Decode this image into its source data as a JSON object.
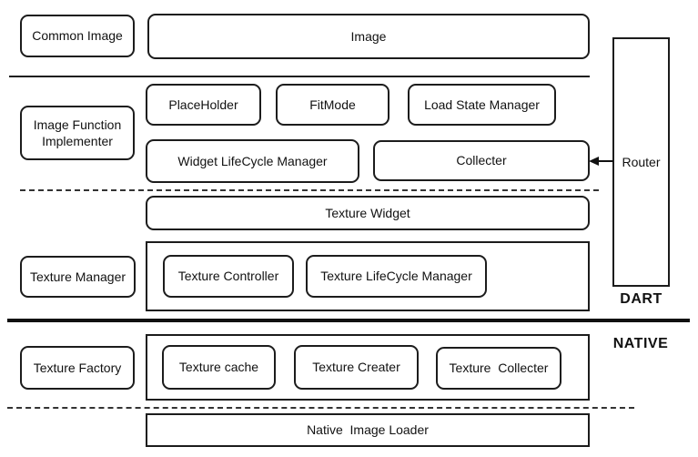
{
  "diagram": {
    "title_hint": "image-loading-architecture",
    "colors": {
      "stroke": "#1c1c1c",
      "background": "#ffffff",
      "text": "#111111"
    },
    "boxes": {
      "common_image": "Common Image",
      "image": "Image",
      "image_function_implementer": "Image Function Implementer",
      "placeholder": "PlaceHolder",
      "fitmode": "FitMode",
      "load_state_manager": "Load State Manager",
      "widget_lifecycle_manager": "Widget LifeCycle Manager",
      "collecter": "Collecter",
      "router": "Router",
      "texture_widget": "Texture Widget",
      "texture_manager": "Texture Manager",
      "texture_controller": "Texture Controller",
      "texture_lifecycle_manager": "Texture LifeCycle Manager",
      "texture_factory": "Texture Factory",
      "texture_cache": "Texture cache",
      "texture_creater": "Texture Creater",
      "texture_collecter": "Texture  Collecter",
      "native_image_loader": "Native  Image Loader"
    },
    "layers": {
      "dart": "DART",
      "native": "NATIVE"
    }
  }
}
